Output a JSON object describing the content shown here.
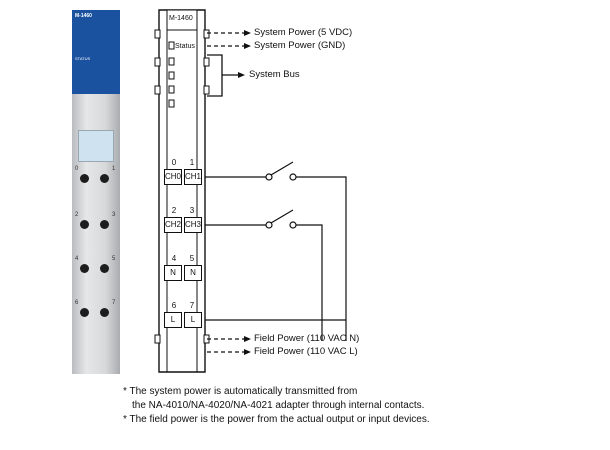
{
  "module": {
    "model": "M-1460",
    "status": "Status",
    "photo_model": "M-1460",
    "photo_status": "STATUS"
  },
  "labels": {
    "sys_5v": "System Power (5 VDC)",
    "sys_gnd": "System Power (GND)",
    "sys_bus": "System Bus",
    "field_n": "Field Power (110 VAC N)",
    "field_l": "Field Power (110 VAC L)"
  },
  "channels": [
    {
      "num_left": "0",
      "num_right": "1",
      "left": "CH0",
      "right": "CH1"
    },
    {
      "num_left": "2",
      "num_right": "3",
      "left": "CH2",
      "right": "CH3"
    },
    {
      "num_left": "4",
      "num_right": "5",
      "left": "N",
      "right": "N"
    },
    {
      "num_left": "6",
      "num_right": "7",
      "left": "L",
      "right": "L"
    }
  ],
  "photo_terminals": [
    "0",
    "1",
    "2",
    "3",
    "4",
    "5",
    "6",
    "7"
  ],
  "notes": {
    "line1": "* The system power is automatically transmitted from",
    "line2": "the NA-4010/NA-4020/NA-4021 adapter through internal contacts.",
    "line3": "* The field power is the power from the actual output or input devices."
  }
}
